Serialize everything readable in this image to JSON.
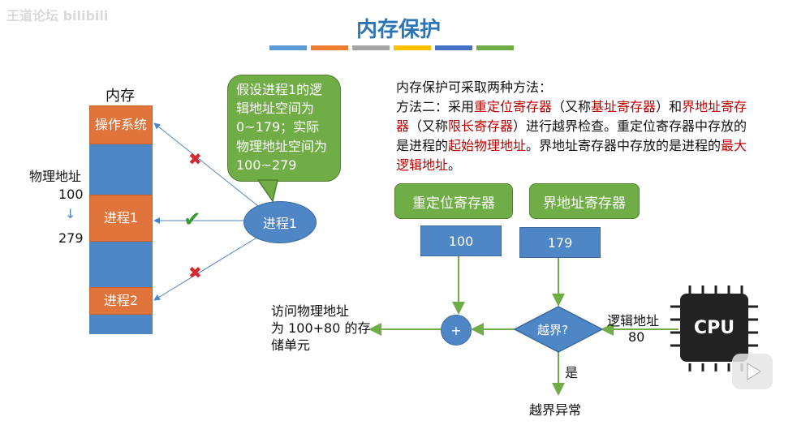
{
  "title": "内存保护",
  "watermark": "王道论坛 bilibili",
  "title_bar_colors": [
    "#5b9bd5",
    "#ed7d31",
    "#a5a5a5",
    "#ffc000",
    "#4472c4",
    "#70ad47"
  ],
  "memory": {
    "label": "内存",
    "segments": [
      {
        "label": "操作系统",
        "color": "orange"
      },
      {
        "label": "",
        "color": "blue"
      },
      {
        "label": "进程1",
        "color": "orange"
      },
      {
        "label": "",
        "color": "blue"
      },
      {
        "label": "进程2",
        "color": "orange"
      },
      {
        "label": "",
        "color": "blue"
      }
    ],
    "physical_address_label": "物理地址",
    "range_start": "100",
    "range_arrow": "↓",
    "range_end": "279"
  },
  "bubble": {
    "text": "假设进程1的逻辑地址空间为 0~179；实际物理地址空间为 100~279"
  },
  "process_node": "进程1",
  "marks": {
    "cross": "✖",
    "check": "✔"
  },
  "description": {
    "intro": "内存保护可采取两种方法：",
    "method_prefix": "方法二：采用",
    "relocation_register": "重定位寄存器",
    "aka_open": "（又称",
    "base_register": "基址寄存器",
    "aka_close_and": "）和",
    "limit_register_part1": "界地址寄存器",
    "aka_open2": "（又称",
    "length_register": "限长寄存器",
    "check_text": "）进行越界检查。重定位寄存器中存放的是进程的",
    "start_physical": "起始物理地址",
    "limit_text": "。界地址寄存器中存放的是进程的",
    "max_logical": "最大逻辑地址",
    "end": "。"
  },
  "flow": {
    "relocation_label": "重定位寄存器",
    "relocation_value": "100",
    "limit_label": "界地址寄存器",
    "limit_value": "179",
    "plus": "+",
    "check": "越界?",
    "yes": "是",
    "exception": "越界异常",
    "logical_address": "逻辑地址",
    "logical_value": "80",
    "cpu": "CPU",
    "access_line1": "访问物理地址",
    "access_line2": "为 100+80 的存",
    "access_line3": "储单元"
  }
}
